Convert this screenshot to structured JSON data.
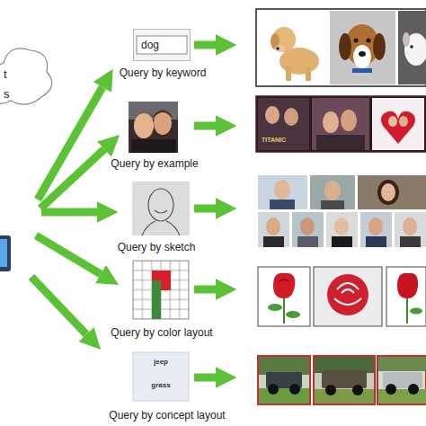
{
  "diagram": {
    "nodes": [
      {
        "text": [
          "t s"
        ]
      },
      {
        "text": [
          "dog",
          "Query by keyword"
        ]
      },
      {
        "text": [
          "Query by example"
        ]
      },
      {
        "text": [
          "Query by sketch"
        ]
      },
      {
        "text": [
          "Query by color layout"
        ]
      },
      {
        "text": [
          "jeep",
          "grass",
          "Query by concept layout"
        ]
      }
    ],
    "labels": [
      "TITANIC"
    ]
  }
}
